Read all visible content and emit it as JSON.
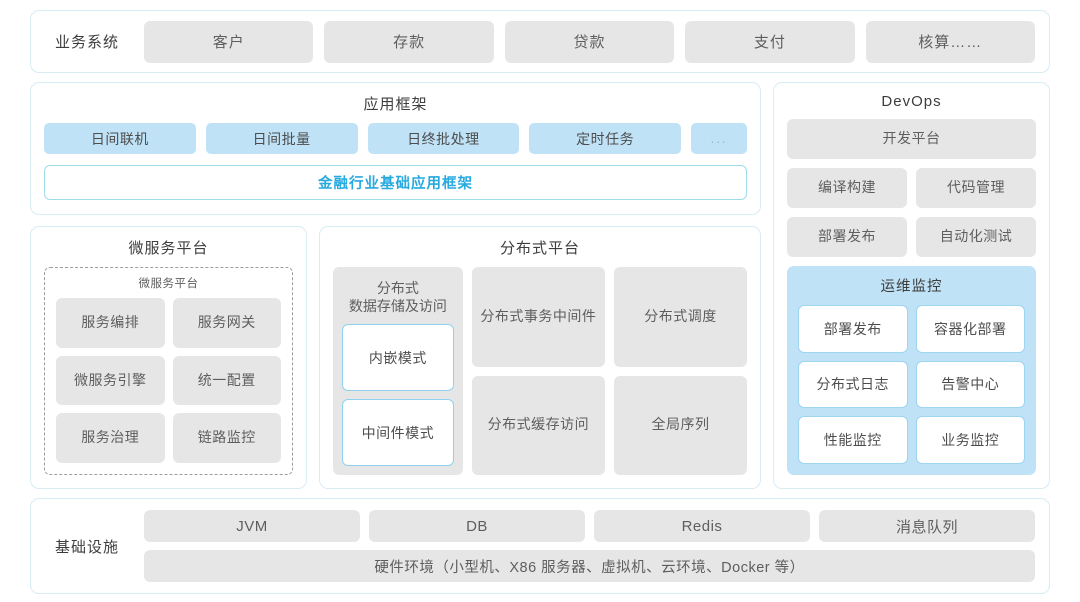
{
  "business_systems": {
    "label": "业务系统",
    "items": [
      "客户",
      "存款",
      "贷款",
      "支付",
      "核算……"
    ]
  },
  "app_framework": {
    "title": "应用框架",
    "items": [
      "日间联机",
      "日间批量",
      "日终批处理",
      "定时任务"
    ],
    "ellipsis": "...",
    "base_framework": "金融行业基础应用框架",
    "accent_color": "#28a9df",
    "item_color": "#bfe2f7"
  },
  "microservice_platform": {
    "title": "微服务平台",
    "inner_title": "微服务平台",
    "items": [
      "服务编排",
      "服务网关",
      "微服务引擎",
      "统一配置",
      "服务治理",
      "链路监控"
    ]
  },
  "distributed_platform": {
    "title": "分布式平台",
    "storage": {
      "title": "分布式\n数据存储及访问",
      "title_line1": "分布式",
      "title_line2": "数据存储及访问",
      "modes": [
        "内嵌模式",
        "中间件模式"
      ]
    },
    "cells": [
      {
        "line1": "分布式",
        "line2": "事务中间件"
      },
      {
        "line1": "分布式调度",
        "line2": ""
      },
      {
        "line1": "分布式",
        "line2": "缓存访问"
      },
      {
        "line1": "全局序列",
        "line2": ""
      }
    ]
  },
  "devops": {
    "title": "DevOps",
    "platform": "开发平台",
    "pairs": [
      "编译构建",
      "代码管理",
      "部署发布",
      "自动化测试"
    ],
    "ops_monitor": {
      "title": "运维监控",
      "items": [
        "部署发布",
        "容器化部署",
        "分布式日志",
        "告警中心",
        "性能监控",
        "业务监控"
      ],
      "background": "#bfe2f7"
    }
  },
  "infrastructure": {
    "label": "基础设施",
    "items": [
      "JVM",
      "DB",
      "Redis",
      "消息队列"
    ],
    "hardware": "硬件环境（小型机、X86 服务器、虚拟机、云环境、Docker 等）"
  }
}
